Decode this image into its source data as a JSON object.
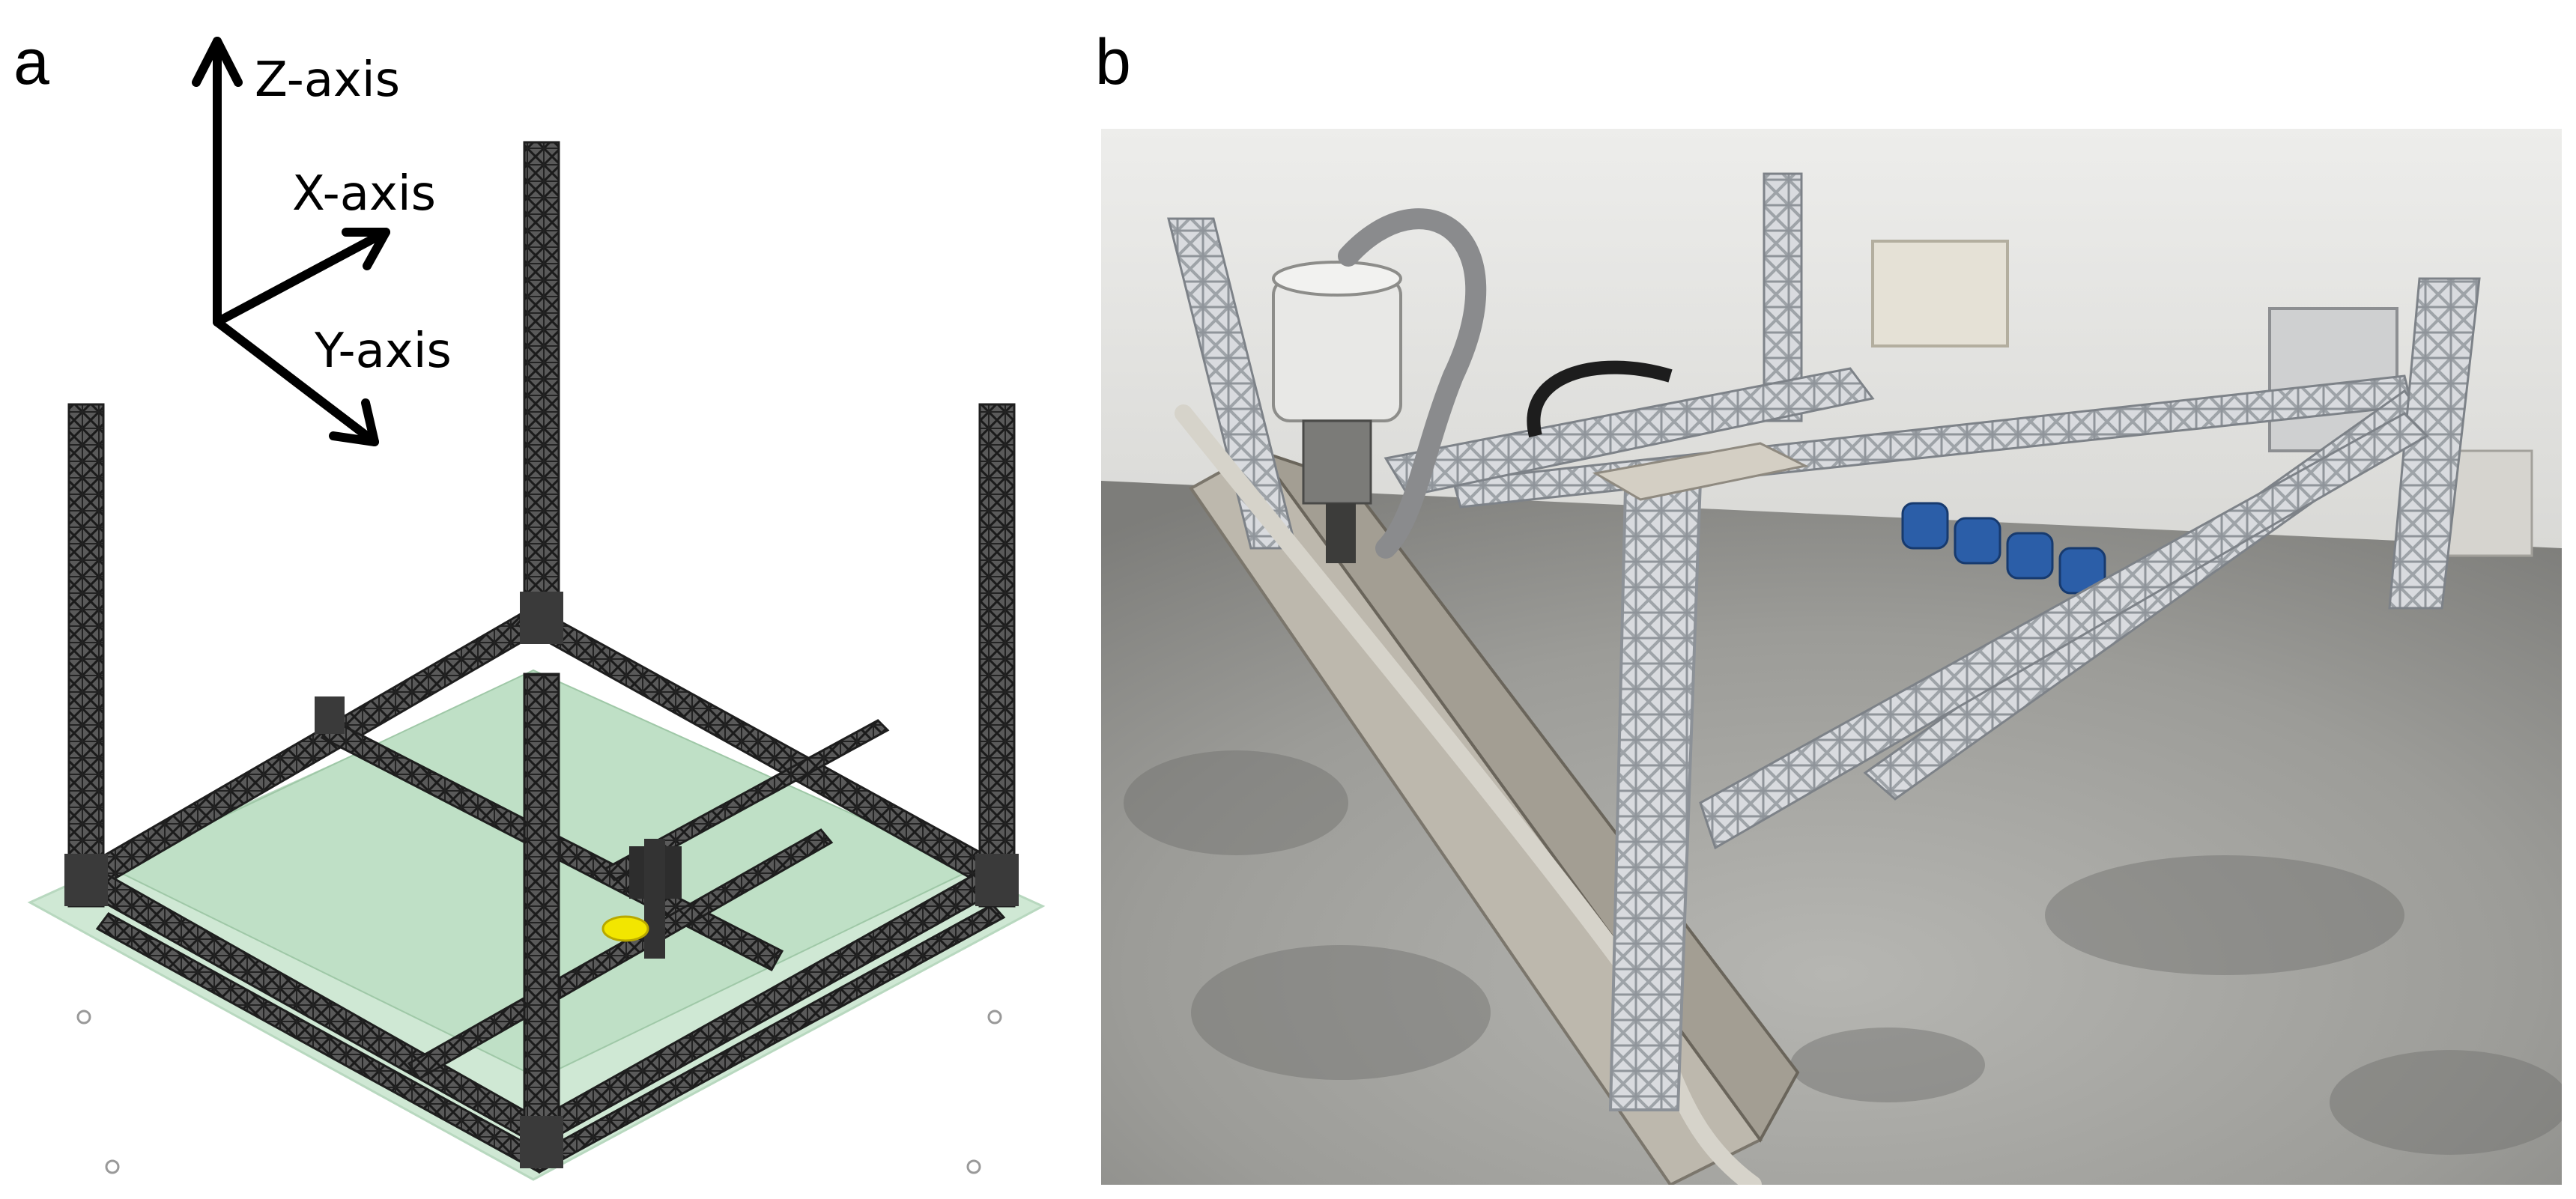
{
  "figure": {
    "panel_a": {
      "letter": "a",
      "axes": {
        "z_label": "Z-axis",
        "x_label": "X-axis",
        "y_label": "Y-axis"
      },
      "colors": {
        "base_plate": "#cfe8d4",
        "truss": "#2b2b2b",
        "print_head": "#f2e600"
      }
    },
    "panel_b": {
      "letter": "b",
      "colors": {
        "wall": "#e6e6e4",
        "floor": "#a9a9a6",
        "frame": "#c9ccd0",
        "hose_clamps": "#2b5ea8"
      }
    }
  }
}
